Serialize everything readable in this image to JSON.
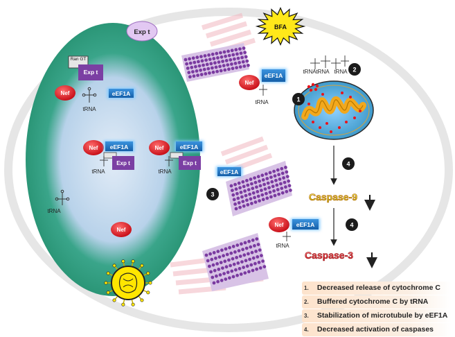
{
  "labels": {
    "exp_t": "Exp t",
    "ran_gt": "Ran GT",
    "nef": "Nef",
    "eef1a": "eEF1A",
    "trna": "tRNA",
    "bfa": "BFA",
    "caspase9": "Caspase-9",
    "caspase3": "Caspase-3"
  },
  "steps": [
    "1",
    "2",
    "3",
    "4"
  ],
  "legend": [
    {
      "num": "1.",
      "text": "Decreased release of cytochrome C"
    },
    {
      "num": "2.",
      "text": "Buffered cytochrome C by tRNA"
    },
    {
      "num": "3.",
      "text": "Stabilization of microtubule by eEF1A"
    },
    {
      "num": "4.",
      "text": "Decreased activation of caspases"
    }
  ],
  "colors": {
    "nucleus": "#3aa58a",
    "nef": "#e0141e",
    "eef1a": "#1f74c4",
    "exp_t": "#7b3fa3",
    "mito": "#f2a81d",
    "bfa": "#ffe81a",
    "caspase9": "#e8df12",
    "caspase3": "#e8333a"
  }
}
